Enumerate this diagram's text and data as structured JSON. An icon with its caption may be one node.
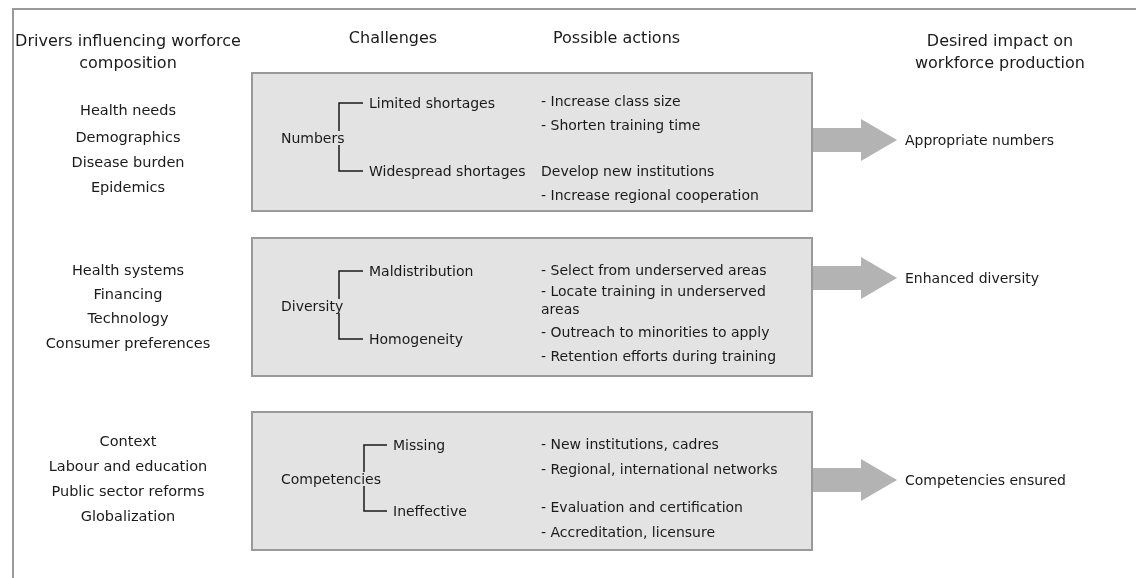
{
  "diagram": {
    "nodes": [
      {
        "text": [
          "- Increase class size",
          "- Shorten training time",
          "Develop new institutions",
          "- Increase regional cooperation"
        ]
      },
      {
        "text": [
          "Numbers"
        ],
        "in": 0
      },
      {
        "text": [
          "Limited shortages"
        ],
        "in": 0
      },
      {
        "text": [
          "Widespread shortages"
        ],
        "in": 0
      },
      {
        "text": [
          "Appropriate numbers"
        ]
      },
      {
        "text": [
          "- Select from underserved areas",
          "- Locate training in underserved areas",
          "- Outreach to minorities to apply",
          "- Retention efforts during training"
        ]
      },
      {
        "text": [
          "Diversity"
        ],
        "in": 5
      },
      {
        "text": [
          "Maldistribution"
        ],
        "in": 5
      },
      {
        "text": [
          "Homogeneity"
        ],
        "in": 5
      },
      {
        "text": [
          "Enhanced diversity"
        ]
      },
      {
        "text": [
          "- New institutions, cadres",
          "- Regional, international networks",
          "- Evaluation and certification",
          "- Accreditation, licensure"
        ]
      },
      {
        "text": [
          "Competencies"
        ],
        "in": 10
      },
      {
        "text": [
          "Missing"
        ],
        "in": 10
      },
      {
        "text": [
          "Ineffective"
        ],
        "in": 10
      },
      {
        "text": [
          "Competencies ensured"
        ]
      }
    ],
    "edges": [
      {
        "from": 1,
        "to": 2,
        "arrow": "none"
      },
      {
        "from": 1,
        "to": 3,
        "arrow": "none"
      },
      {
        "from": 0,
        "to": 4,
        "arrow": "to",
        "style": "thick",
        "color": "#b3b3b3"
      },
      {
        "from": 6,
        "to": 7,
        "arrow": "none"
      },
      {
        "from": 6,
        "to": 8,
        "arrow": "none"
      },
      {
        "from": 5,
        "to": 9,
        "arrow": "to",
        "style": "thick",
        "color": "#b3b3b3"
      },
      {
        "from": 11,
        "to": 12,
        "arrow": "none"
      },
      {
        "from": 11,
        "to": 13,
        "arrow": "none"
      },
      {
        "from": 10,
        "to": 14,
        "arrow": "to",
        "style": "thick",
        "color": "#b3b3b3"
      }
    ],
    "labels": [
      "Drivers influencing worforce composition",
      "Challenges",
      "Possible actions",
      "Desired impact on workforce production",
      "Health needs",
      "Demographics",
      "Disease burden",
      "Epidemics",
      "Health systems",
      "Financing",
      "Technology",
      "Consumer preferences",
      "Context",
      "Labour and education",
      "Public sector reforms",
      "Globalization"
    ]
  }
}
